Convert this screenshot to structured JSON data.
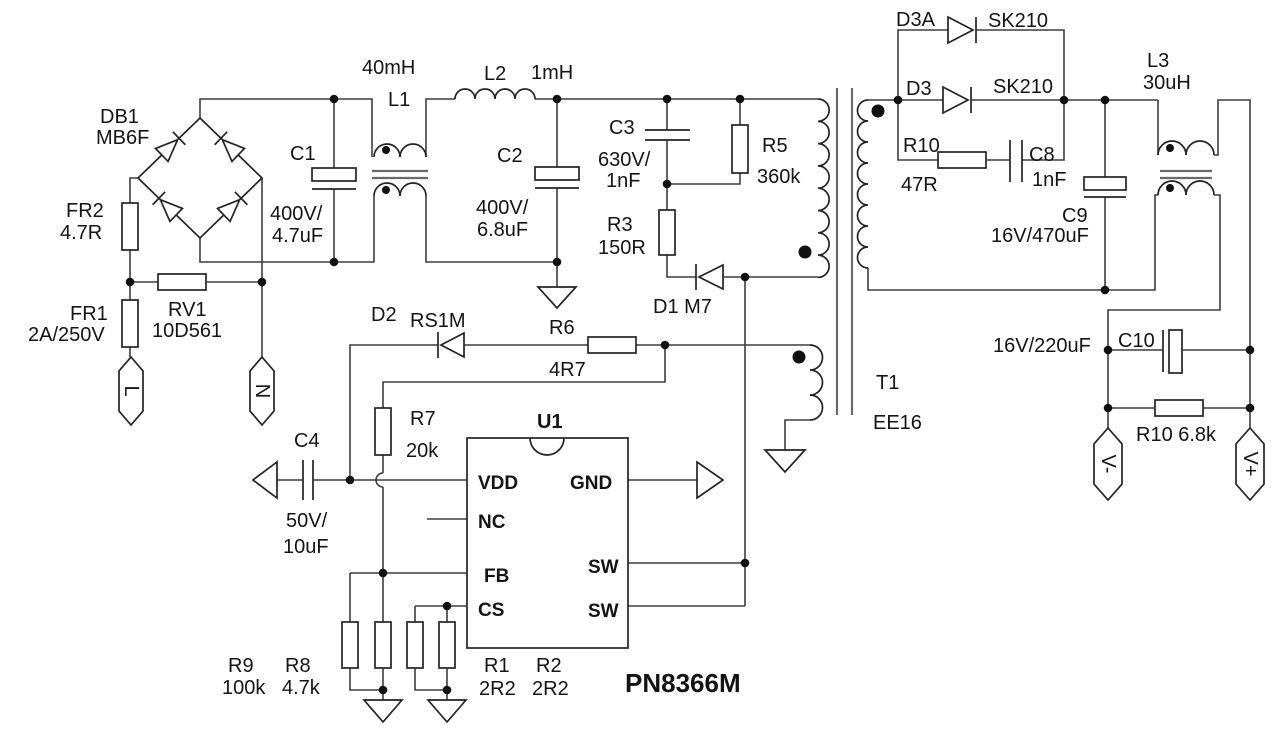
{
  "labels": {
    "db1_ref": "DB1",
    "db1_val": "MB6F",
    "fr2_ref": "FR2",
    "fr2_val": "4.7R",
    "fr1_ref": "FR1",
    "fr1_val": "2A/250V",
    "rv1_ref": "RV1",
    "rv1_val": "10D561",
    "term_l": "L",
    "term_n": "N",
    "c1_ref": "C1",
    "c1_val1": "400V/",
    "c1_val2": "4.7uF",
    "l1_val": "40mH",
    "l1_ref": "L1",
    "l2_ref": "L2",
    "l2_val": "1mH",
    "c2_ref": "C2",
    "c2_val1": "400V/",
    "c2_val2": "6.8uF",
    "c3_ref": "C3",
    "c3_val1": "630V/",
    "c3_val2": "1nF",
    "r5_ref": "R5",
    "r5_val": "360k",
    "r3_ref": "R3",
    "r3_val": "150R",
    "d1_ref": "D1 M7",
    "d2_ref": "D2",
    "d2_val": "RS1M",
    "r6_ref": "R6",
    "r6_val": "4R7",
    "r7_ref": "R7",
    "r7_val": "20k",
    "c4_ref": "C4",
    "c4_val1": "50V/",
    "c4_val2": "10uF",
    "u1_ref": "U1",
    "u1_part": "PN8366M",
    "pin_vdd": "VDD",
    "pin_nc": "NC",
    "pin_fb": "FB",
    "pin_cs": "CS",
    "pin_gnd": "GND",
    "pin_sw1": "SW",
    "pin_sw2": "SW",
    "r1_ref": "R1",
    "r1_val": "2R2",
    "r2_ref": "R2",
    "r2_val": "2R2",
    "r9_ref": "R9",
    "r9_val": "100k",
    "r8_ref": "R8",
    "r8_val": "4.7k",
    "t1_ref": "T1",
    "t1_val": "EE16",
    "d3a_ref": "D3A",
    "d3a_val": "SK210",
    "d3_ref": "D3",
    "d3_val": "SK210",
    "r10a_ref": "R10",
    "r10a_val": "47R",
    "c8_ref": "C8",
    "c8_val": "1nF",
    "c9_ref": "C9",
    "c9_val": "16V/470uF",
    "l3_ref": "L3",
    "l3_val": "30uH",
    "c10_ref": "C10",
    "c10_val": "16V/220uF",
    "r10b_ref": "R10 6.8k",
    "term_vminus": "V-",
    "term_vplus": "V+"
  }
}
